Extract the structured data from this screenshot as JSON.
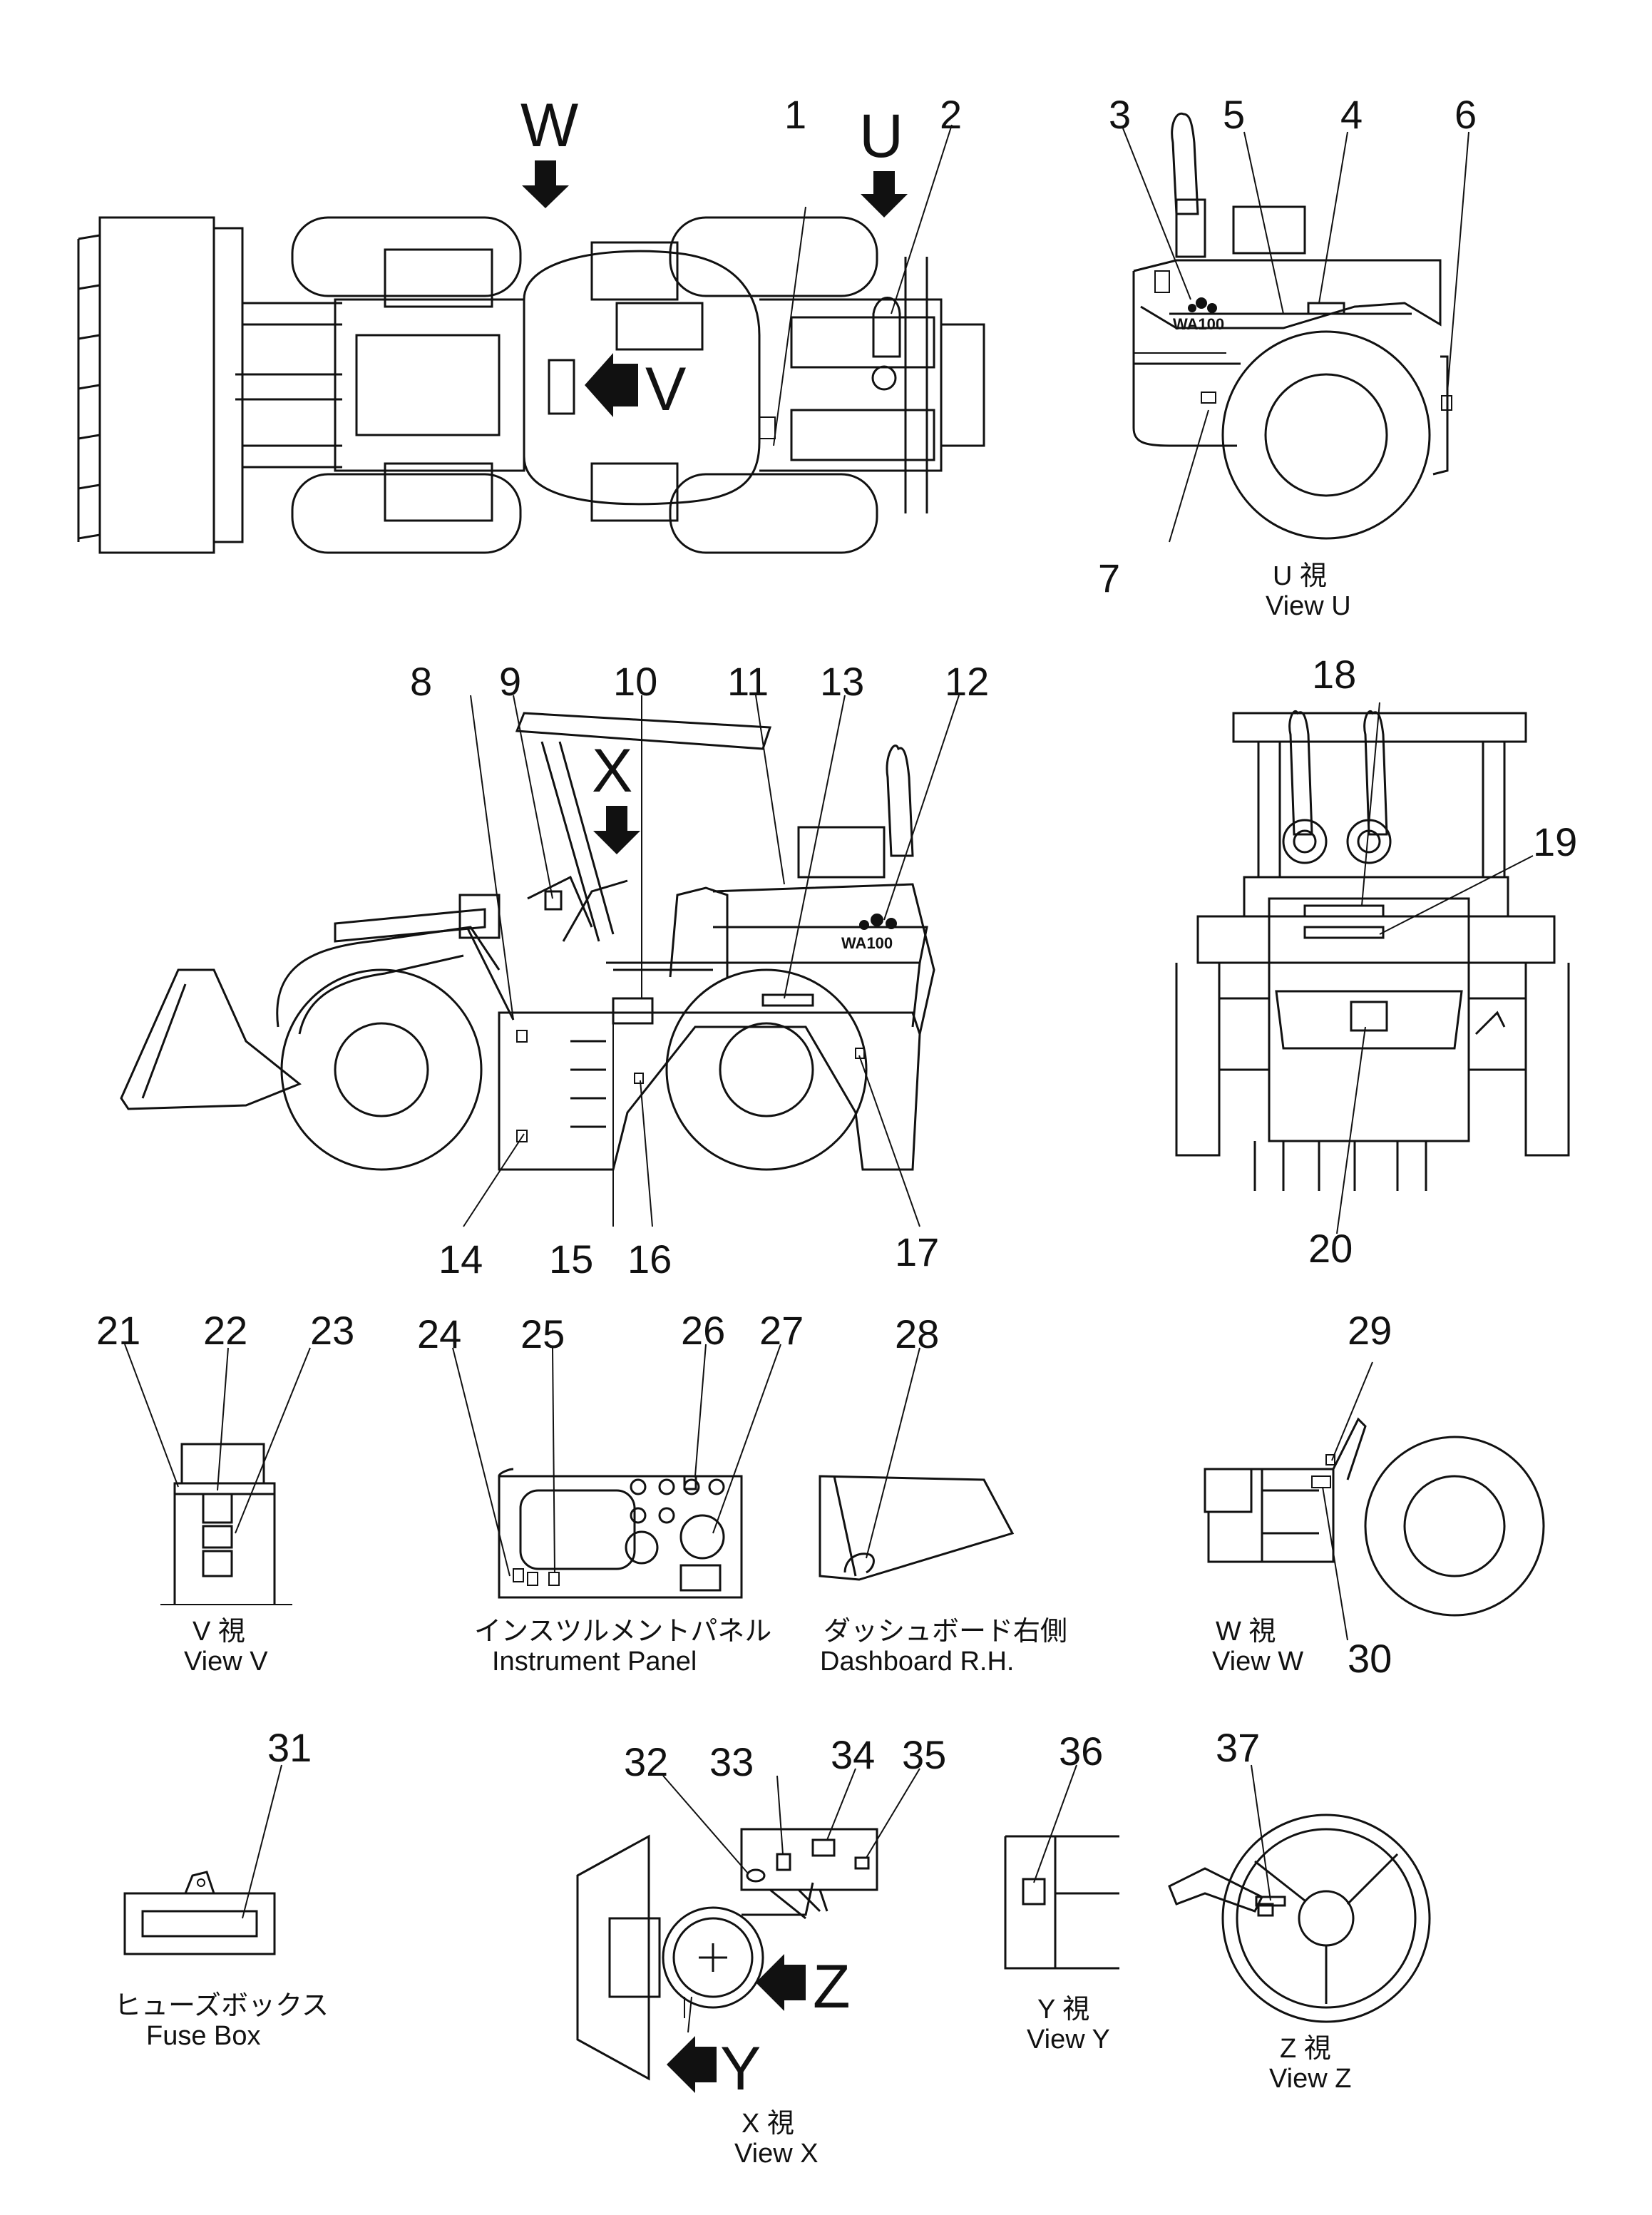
{
  "callouts": [
    "1",
    "2",
    "3",
    "4",
    "5",
    "6",
    "7",
    "8",
    "9",
    "10",
    "11",
    "12",
    "13",
    "14",
    "15",
    "16",
    "17",
    "18",
    "19",
    "20",
    "21",
    "22",
    "23",
    "24",
    "25",
    "26",
    "27",
    "28",
    "29",
    "30",
    "31",
    "32",
    "33",
    "34",
    "35",
    "36",
    "37"
  ],
  "view_letters": {
    "W": "W",
    "U": "U",
    "V": "V",
    "X": "X",
    "Z": "Z",
    "Y": "Y"
  },
  "model_badge_1": "WA100",
  "model_badge_2": "WA100",
  "captions": {
    "view_u_jp": "U 視",
    "view_u": "View U",
    "view_v_jp": "V 視",
    "view_v": "View V",
    "instrument_jp": "インスツルメントパネル",
    "instrument": "Instrument Panel",
    "dashboard_jp": "ダッシュボード右側",
    "dashboard": "Dashboard R.H.",
    "view_w_jp": "W 視",
    "view_w": "View W",
    "fuse_jp": "ヒューズボックス",
    "fuse": "Fuse Box",
    "view_y_jp": "Y 視",
    "view_y": "View Y",
    "view_z_jp": "Z 視",
    "view_z": "View Z",
    "view_x_jp": "X 視",
    "view_x": "View X"
  }
}
